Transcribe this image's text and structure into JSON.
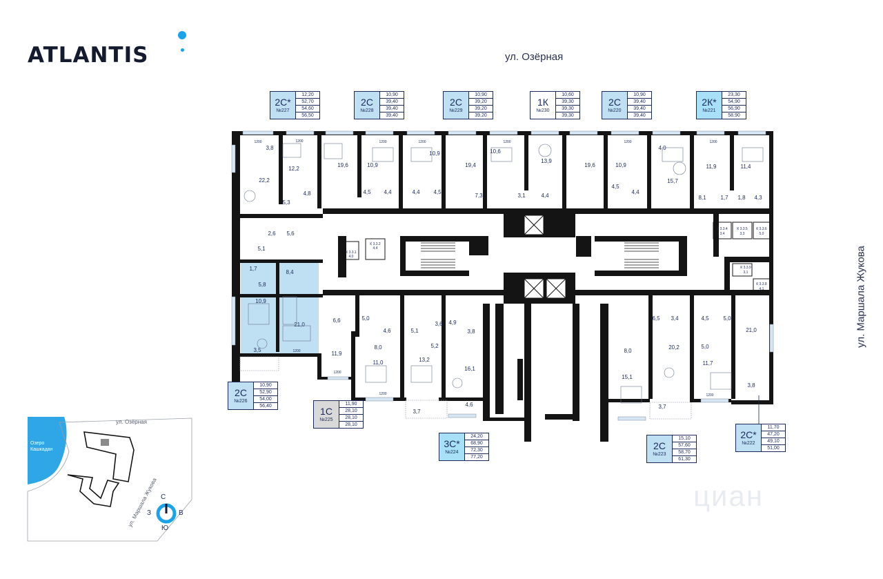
{
  "brand": {
    "logo": "ATLANTIS"
  },
  "streets": {
    "top": "ул. Озёрная",
    "right": "ул. Маршала Жукова"
  },
  "colors": {
    "accent": "#1aa3e8",
    "ink": "#1c2a5a",
    "wall": "#141414",
    "highlight": "#bfe0f3"
  },
  "tags": [
    {
      "code": "2С*",
      "num": "№227",
      "values": [
        "12,20",
        "52,70",
        "54,60",
        "56,50"
      ]
    },
    {
      "code": "2С",
      "num": "№228",
      "values": [
        "10,90",
        "39,40",
        "39,40",
        "39,40"
      ]
    },
    {
      "code": "2С",
      "num": "№229",
      "values": [
        "10,90",
        "39,20",
        "39,20",
        "39,20"
      ]
    },
    {
      "code": "1К",
      "num": "№230",
      "values": [
        "10,60",
        "39,30",
        "39,30",
        "39,30"
      ]
    },
    {
      "code": "2С",
      "num": "№220",
      "values": [
        "10,90",
        "39,40",
        "39,40",
        "39,40"
      ]
    },
    {
      "code": "2К*",
      "num": "№221",
      "values": [
        "23,30",
        "54,90",
        "56,90",
        "58,90"
      ]
    },
    {
      "code": "2С",
      "num": "№226",
      "values": [
        "10,90",
        "52,90",
        "54,00",
        "56,40"
      ]
    },
    {
      "code": "1С",
      "num": "№225",
      "values": [
        "11,90",
        "28,10",
        "28,10",
        "28,10"
      ]
    },
    {
      "code": "3С*",
      "num": "№224",
      "values": [
        "24,20",
        "68,90",
        "72,30",
        "77,20"
      ]
    },
    {
      "code": "2С",
      "num": "№223",
      "values": [
        "15,10",
        "57,60",
        "58,70",
        "61,30"
      ]
    },
    {
      "code": "2С*",
      "num": "№222",
      "values": [
        "11,70",
        "47,20",
        "49,10",
        "51,00"
      ]
    }
  ],
  "rooms_top": [
    "3,8",
    "12,2",
    "19,6",
    "10,9",
    "10,9",
    "19,4",
    "10,6",
    "13,9",
    "19,6",
    "10,9",
    "4,0",
    "11,9",
    "11,4",
    "22,2",
    "5,3",
    "4,8",
    "4,5",
    "4,4",
    "4,4",
    "4,5",
    "7,3",
    "3,1",
    "4,4",
    "4,5",
    "4,4",
    "15,7",
    "8,1",
    "1,7",
    "1,8",
    "4,3"
  ],
  "rooms_mid": [
    "2,6",
    "5,6",
    "5,1",
    "1,7",
    "8,4",
    "5,8"
  ],
  "rooms_left_apt": [
    "10,9",
    "21,0",
    "3,5"
  ],
  "rooms_bottom": [
    "6,6",
    "5,0",
    "4,6",
    "5,1",
    "3,6",
    "4,9",
    "3,8",
    "5,2",
    "8,0",
    "11,9",
    "11,0",
    "13,2",
    "16,1",
    "3,7",
    "4,6",
    "6,5",
    "3,4",
    "4,5",
    "5,0",
    "21,0",
    "8,0",
    "20,2",
    "5,0",
    "11,7",
    "15,1",
    "3,7",
    "3,8"
  ],
  "storage": [
    "К 3.3.1",
    "4,0",
    "К 3.3.2",
    "4,4",
    "К 3.3.4",
    "3,4",
    "К 3.3.5",
    "3,3",
    "К 3.3.6",
    "5,0",
    "К 3.3.9",
    "3,1",
    "К 3.3.8",
    "4,1"
  ],
  "window_labels": [
    "1200",
    "1200",
    "1200",
    "1200",
    "1200",
    "1200",
    "1200",
    "1200",
    "1200",
    "1200",
    "1200"
  ],
  "map": {
    "street_top": "ул. Озёрная",
    "street_right": "ул. Маршала Жукова",
    "lake": [
      "Озеро",
      "Кашкадан"
    ]
  },
  "compass": {
    "n": "С",
    "s": "Ю",
    "w": "З",
    "e": "В"
  },
  "watermark": "циан"
}
